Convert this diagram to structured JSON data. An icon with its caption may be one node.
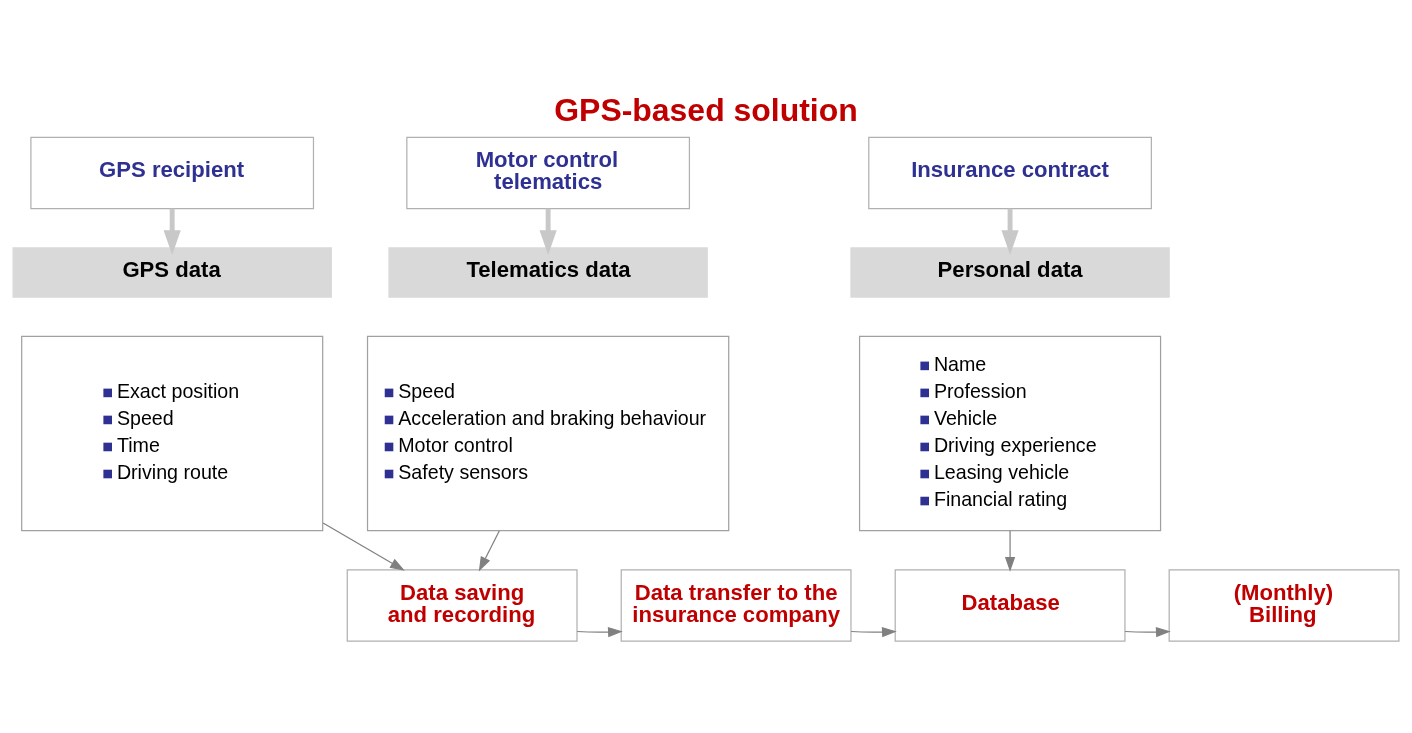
{
  "diagram": {
    "title": "GPS-based solution",
    "nodes": [
      {
        "text": [
          "GPS recipient"
        ]
      },
      {
        "text": [
          "Motor control telematics"
        ]
      },
      {
        "text": [
          "Insurance contract"
        ]
      },
      {
        "text": [
          "GPS data"
        ]
      },
      {
        "text": [
          "Telematics data"
        ]
      },
      {
        "text": [
          "Personal data"
        ]
      },
      {
        "text": [
          "Exact position",
          "Speed",
          "Time",
          "Driving route"
        ]
      },
      {
        "text": [
          "Speed",
          "Acceleration and braking behaviour",
          "Motor control",
          "Safety sensors"
        ]
      },
      {
        "text": [
          "Name",
          "Profession",
          "Vehicle",
          "Driving experience",
          "Leasing vehicle",
          "Financial rating"
        ]
      },
      {
        "text": [
          "Data saving and recording"
        ]
      },
      {
        "text": [
          "Data transfer to the insurance company"
        ]
      },
      {
        "text": [
          "Database"
        ]
      },
      {
        "text": [
          "(Monthly) Billing"
        ]
      }
    ],
    "edges": [
      {
        "from": 0,
        "to": 3,
        "arrow": "to",
        "style": "thick"
      },
      {
        "from": 1,
        "to": 4,
        "arrow": "to",
        "style": "thick"
      },
      {
        "from": 2,
        "to": 5,
        "arrow": "to",
        "style": "thick"
      },
      {
        "from": 6,
        "to": 9,
        "arrow": "to"
      },
      {
        "from": 7,
        "to": 9,
        "arrow": "to"
      },
      {
        "from": 8,
        "to": 11,
        "arrow": "to"
      },
      {
        "from": 9,
        "to": 10,
        "arrow": "to"
      },
      {
        "from": 10,
        "to": 11,
        "arrow": "to"
      },
      {
        "from": 11,
        "to": 12,
        "arrow": "to"
      }
    ]
  }
}
